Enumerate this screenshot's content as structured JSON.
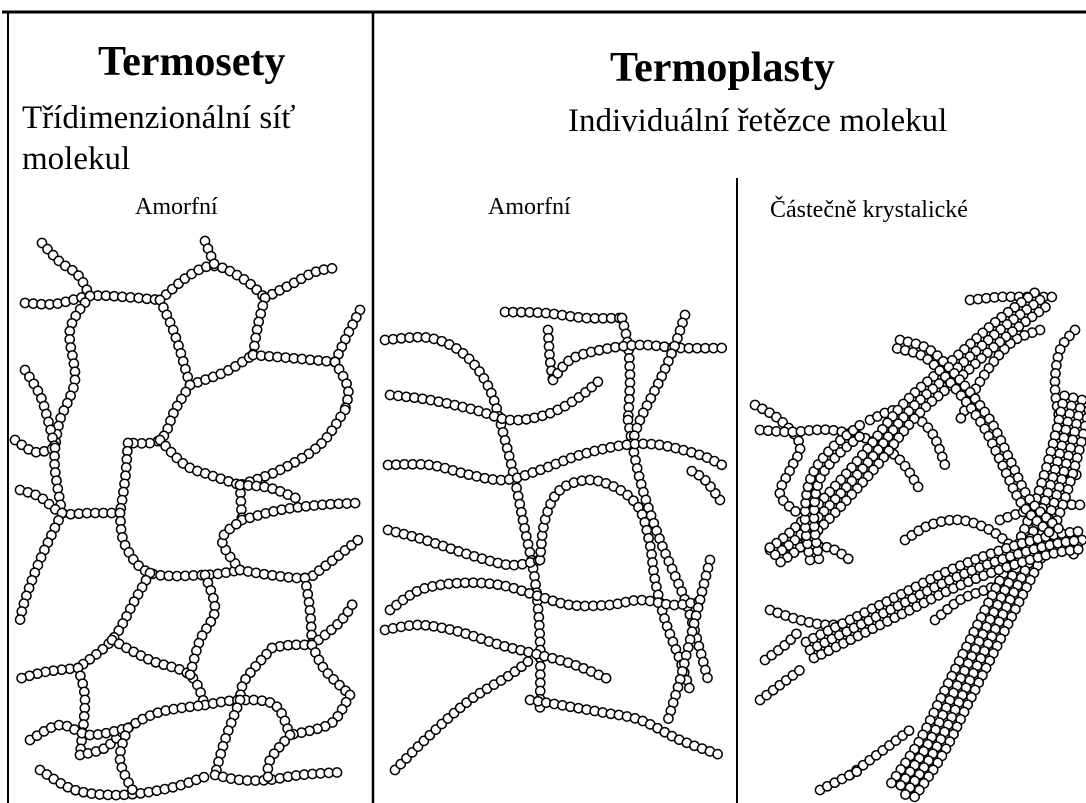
{
  "thermosets": {
    "title": "Termosety",
    "subtitle_line1": "Třídimenzionální síť",
    "subtitle_line2": "molekul",
    "structure_label": "Amorfní"
  },
  "thermoplastics": {
    "title": "Termoplasty",
    "subtitle": "Individuální řetězce molekul",
    "amorphous_label": "Amorfní",
    "semicrystalline_label": "Částečně krystalické"
  },
  "colors": {
    "line": "#000000",
    "background": "#ffffff",
    "bead_fill": "#ffffff"
  }
}
